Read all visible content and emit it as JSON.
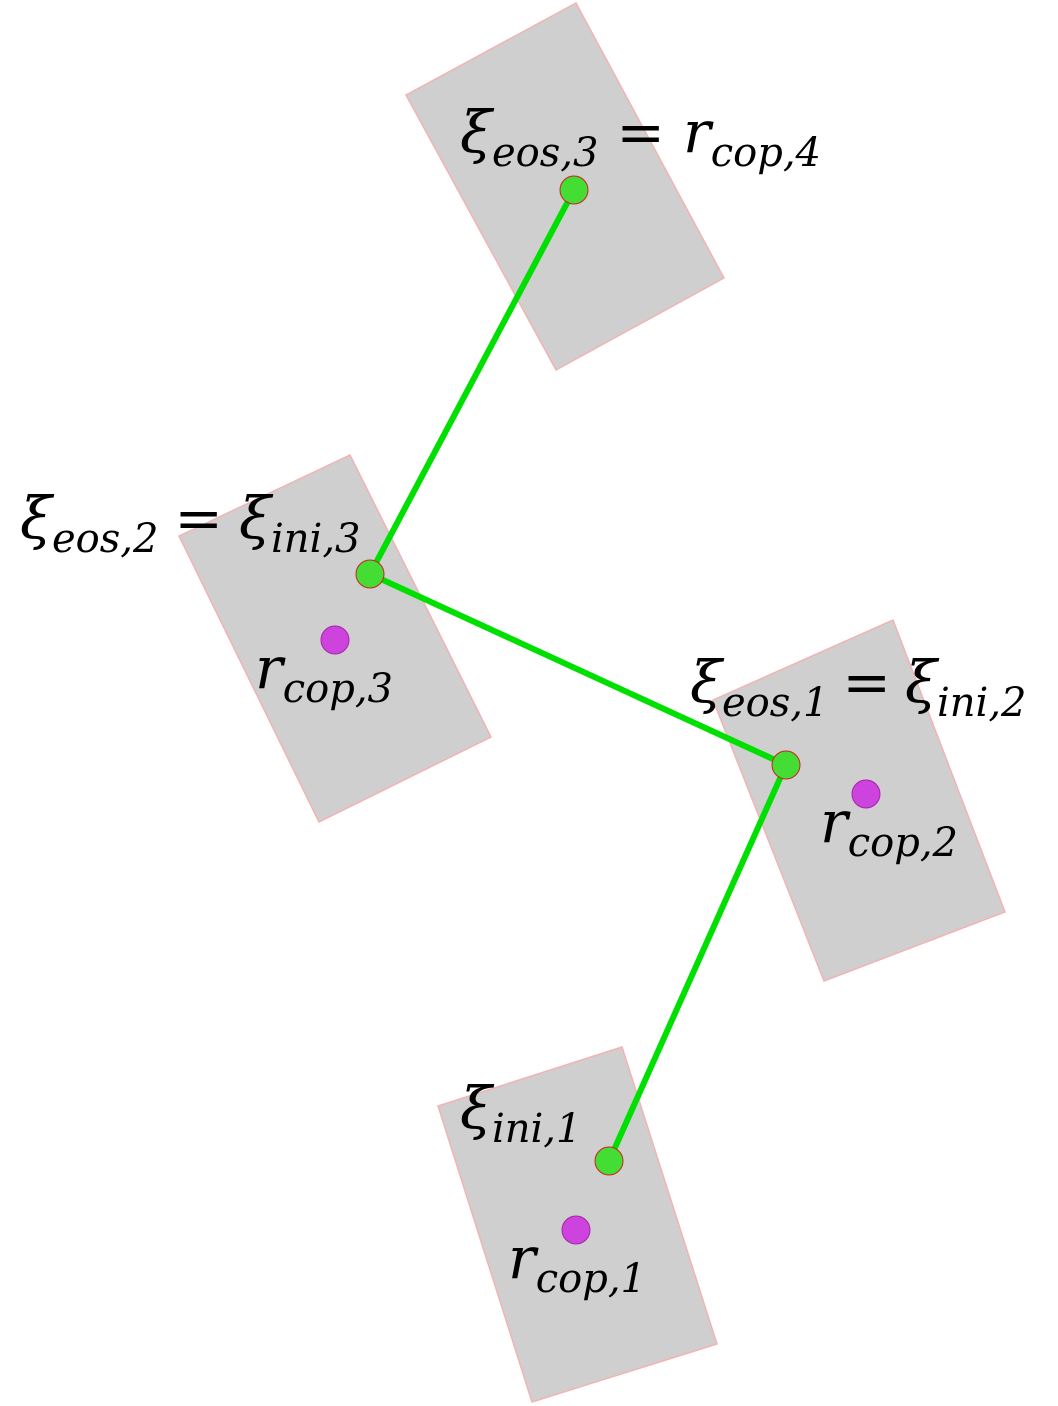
{
  "colors": {
    "background": "#ffffff",
    "footprint_fill": "#cfcfcf",
    "footprint_stroke": "#f2b3b3",
    "trajectory": "#00e000",
    "trajectory_dark": "#00b800",
    "xi_point_fill": "#44dd33",
    "xi_point_stroke": "#cc2222",
    "cop_point_fill": "#cc44dd",
    "cop_point_stroke": "#aa22aa",
    "text": "#000000"
  },
  "labels": {
    "top": {
      "left_sym": "ξ",
      "left_sub": "eos,3",
      "eq": "=",
      "right_sym": "r",
      "right_sub": "cop,4"
    },
    "mid_left": {
      "left_sym": "ξ",
      "left_sub": "eos,2",
      "eq": "=",
      "right_sym": "ξ",
      "right_sub": "ini,3"
    },
    "cop3": {
      "sym": "r",
      "sub": "cop,3"
    },
    "mid_right": {
      "left_sym": "ξ",
      "left_sub": "eos,1",
      "eq": "=",
      "right_sym": "ξ",
      "right_sub": "ini,2"
    },
    "cop2": {
      "sym": "r",
      "sub": "cop,2"
    },
    "bottom": {
      "sym": "ξ",
      "sub": "ini,1"
    },
    "cop1": {
      "sym": "r",
      "sub": "cop,1"
    }
  }
}
